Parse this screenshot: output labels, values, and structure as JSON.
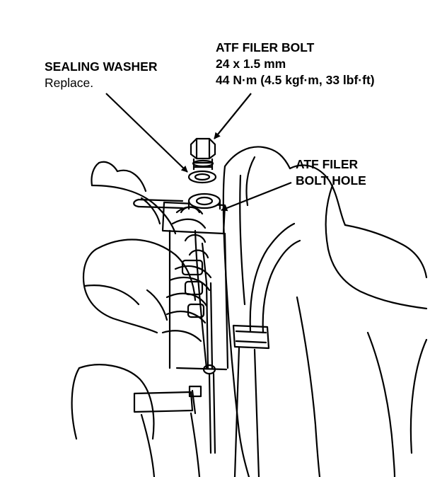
{
  "callouts": {
    "atf_bolt": {
      "title": "ATF FILER BOLT",
      "size": "24 x 1.5 mm",
      "torque": "44 N·m (4.5 kgf·m, 33 lbf·ft)"
    },
    "sealing_washer": {
      "title": "SEALING WASHER",
      "note": "Replace."
    },
    "bolt_hole": {
      "line1": "ATF FILER",
      "line2": "BOLT HOLE"
    }
  },
  "colors": {
    "ink": "#000000",
    "paper": "#ffffff"
  }
}
